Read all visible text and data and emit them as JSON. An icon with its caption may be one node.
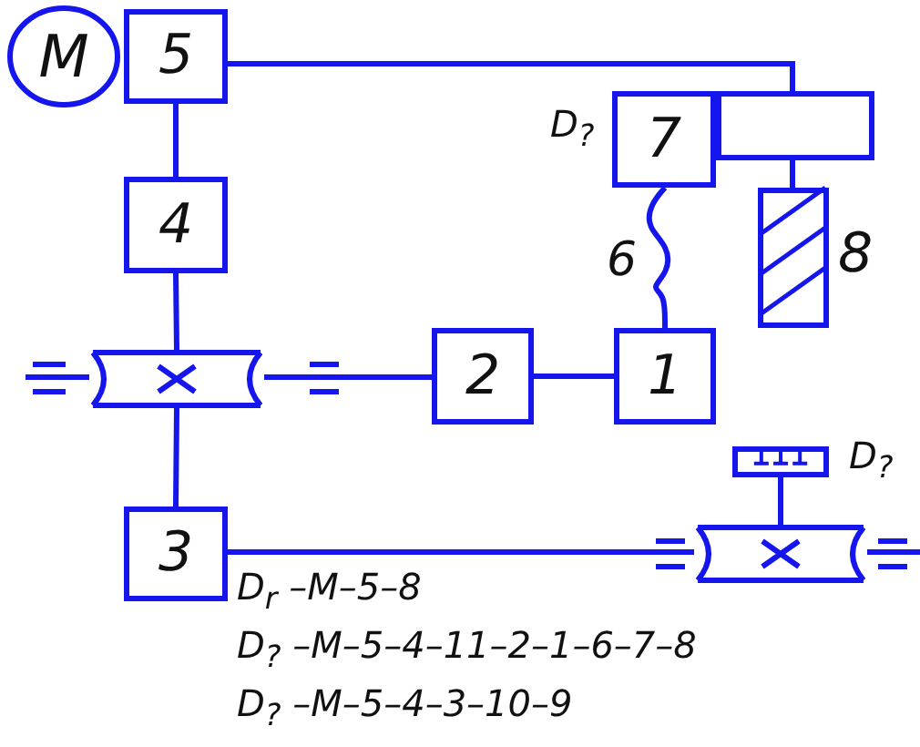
{
  "diagram": {
    "nodes": [
      {
        "text": [
          "M"
        ]
      },
      {
        "text": [
          "5"
        ]
      },
      {
        "text": [
          "4"
        ]
      },
      {
        "text": [
          "7"
        ],
        "beside": [
          "D$_{?}$"
        ]
      },
      {
        "text": [],
        "shape": "box"
      },
      {
        "text": [],
        "shape": "bar",
        "beside": [
          "8"
        ]
      },
      {
        "text": [],
        "shape": "coupling"
      },
      {
        "text": [
          "2"
        ]
      },
      {
        "text": [
          "1"
        ]
      },
      {
        "text": [
          "3"
        ]
      },
      {
        "text": [],
        "shape": "box",
        "beside": [
          "D$_{?}$"
        ]
      },
      {
        "text": [],
        "shape": "coupling"
      }
    ],
    "edges": [
      {
        "from": 1,
        "to": 4,
        "arrow": "none"
      },
      {
        "from": 1,
        "to": 2,
        "arrow": "none"
      },
      {
        "from": 2,
        "to": 6,
        "arrow": "none"
      },
      {
        "from": 6,
        "to": 9,
        "arrow": "none"
      },
      {
        "from": 6,
        "to": 7,
        "arrow": "none"
      },
      {
        "from": 7,
        "to": 8,
        "arrow": "none"
      },
      {
        "from": 3,
        "to": 8,
        "arrow": "none",
        "label": "6"
      },
      {
        "from": 4,
        "to": 5,
        "arrow": "none"
      },
      {
        "from": 9,
        "to": 11,
        "arrow": "none"
      },
      {
        "from": 10,
        "to": 11,
        "arrow": "none"
      }
    ],
    "labels": [
      "D$_{r}$ –M–5–8",
      "D$_{?}$ –M–5–4–11–2–1–6–7–8",
      "D$_{?}$ –M–5–4–3–10–9"
    ]
  }
}
